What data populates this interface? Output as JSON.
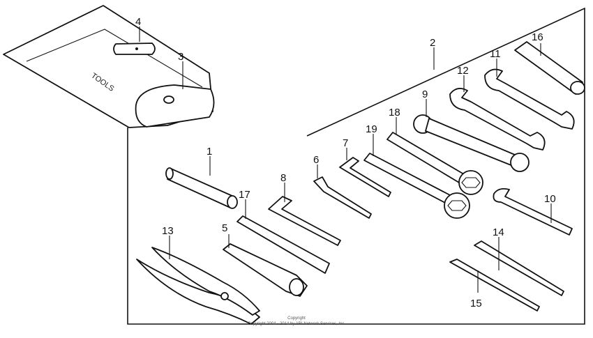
{
  "parts": [
    {
      "key": "p1",
      "label": "1"
    },
    {
      "key": "p2",
      "label": "2"
    },
    {
      "key": "p3",
      "label": "3"
    },
    {
      "key": "p4",
      "label": "4"
    },
    {
      "key": "p5",
      "label": "5"
    },
    {
      "key": "p6",
      "label": "6"
    },
    {
      "key": "p7",
      "label": "7"
    },
    {
      "key": "p8",
      "label": "8"
    },
    {
      "key": "p9",
      "label": "9"
    },
    {
      "key": "p10",
      "label": "10"
    },
    {
      "key": "p11",
      "label": "11"
    },
    {
      "key": "p12",
      "label": "12"
    },
    {
      "key": "p13",
      "label": "13"
    },
    {
      "key": "p14",
      "label": "14"
    },
    {
      "key": "p15",
      "label": "15"
    },
    {
      "key": "p16",
      "label": "16"
    },
    {
      "key": "p17",
      "label": "17"
    },
    {
      "key": "p18",
      "label": "18"
    },
    {
      "key": "p19",
      "label": "19"
    }
  ],
  "copyright": {
    "line1": "Copyright",
    "line2": "Copyright 2004 - 2014 by ARI Network Services, Inc."
  }
}
